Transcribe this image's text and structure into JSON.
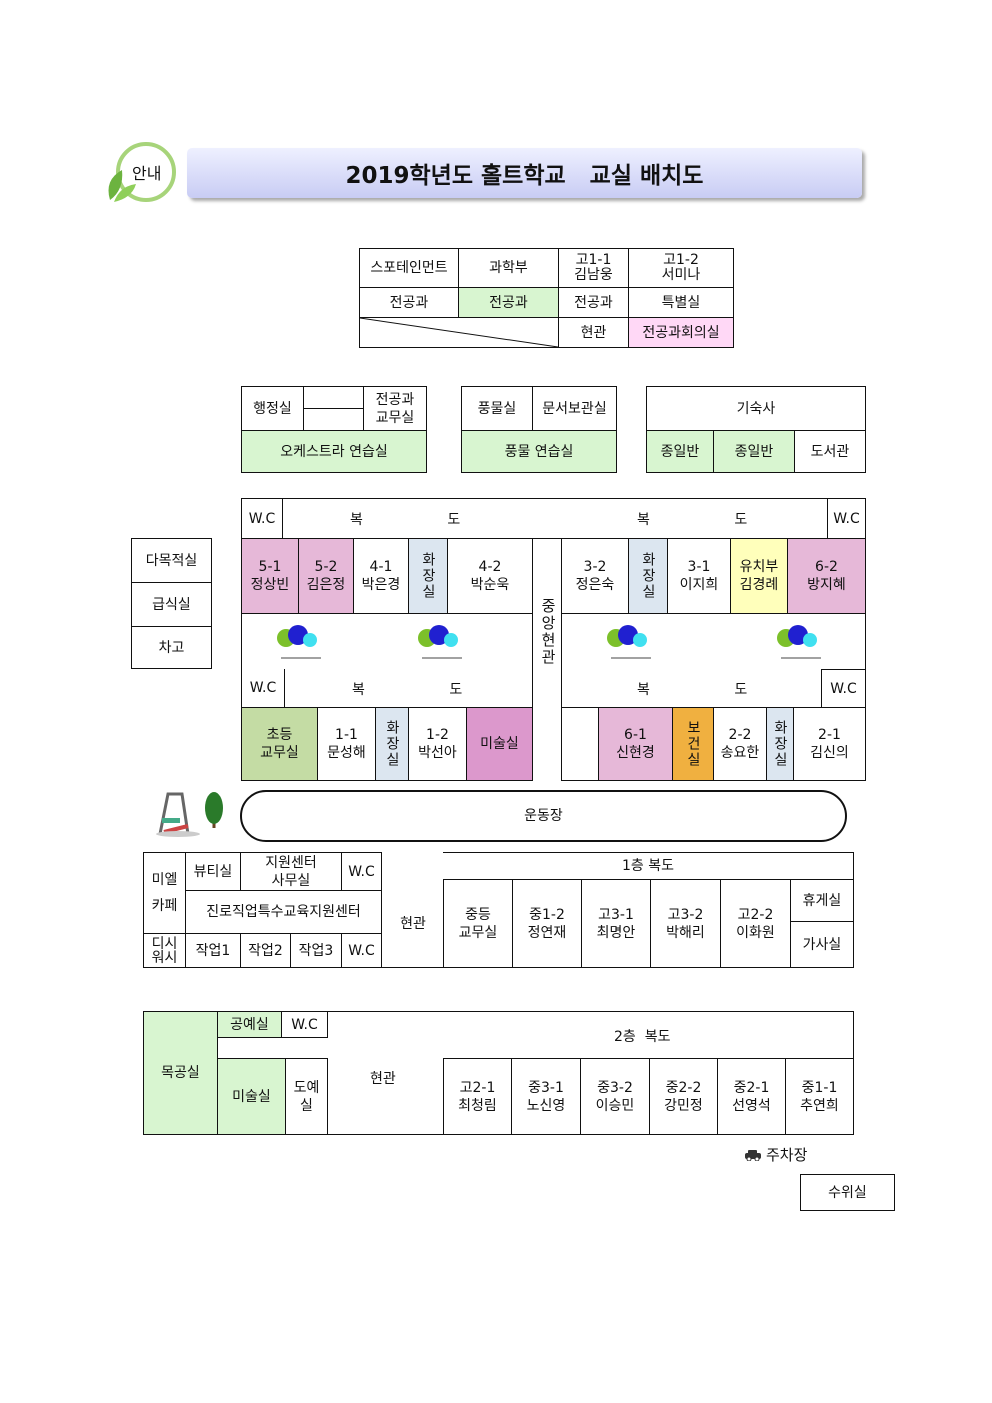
{
  "header": {
    "badge": "안내",
    "title": "2019학년도 홀트학교   교실 배치도"
  },
  "top_table": {
    "r1": [
      "스포테인먼트",
      "과학부",
      "고1-1\n김남웅",
      "고1-2\n서미나"
    ],
    "r2": [
      "전공과",
      "전공과",
      "전공과",
      "특별실"
    ],
    "r3": [
      "현관",
      "전공과회의실"
    ]
  },
  "block_a": {
    "admin": "행정실",
    "office": "전공과\n교무실",
    "orchestra": "오케스트라 연습실"
  },
  "block_b": {
    "pungmul": "풍물실",
    "archive": "문서보관실",
    "practice": "풍물 연습실"
  },
  "block_c": {
    "dorm": "기숙사",
    "allday1": "종일반",
    "allday2": "종일반",
    "library": "도서관"
  },
  "side": [
    "다목적실",
    "급식실",
    "차고"
  ],
  "main": {
    "wc": "W.C",
    "corridor": "복          도",
    "entrance": "중앙현관",
    "upper_left": [
      "5-1\n정상빈",
      "5-2\n김은정",
      "4-1\n박은경",
      "화장실",
      "4-2\n박순욱"
    ],
    "upper_right": [
      "3-2\n정은숙",
      "화장실",
      "3-1\n이지희",
      "유치부\n김경례",
      "6-2\n방지혜"
    ],
    "lower_left": [
      "초등\n교무실",
      "1-1\n문성해",
      "화장실",
      "1-2\n박선아",
      "미술실"
    ],
    "lower_right": [
      "6-1\n신현경",
      "보건실",
      "2-2\n송요한",
      "화장실",
      "2-1\n김신의"
    ]
  },
  "playground": "운동장",
  "floor1": {
    "cafe": "미엘\n카페",
    "dish": "디시\n워시",
    "beauty": "뷰티실",
    "support": "지원센터\n사무실",
    "wc": "W.C",
    "center": "진로직업특수교육지원센터",
    "work": [
      "작업1",
      "작업2",
      "작업3"
    ],
    "entrance": "현관",
    "corridor": "1층  복도",
    "rooms": [
      "중등\n교무실",
      "중1-2\n정연재",
      "고3-1\n최명안",
      "고3-2\n박해리",
      "고2-2\n이화원"
    ],
    "rest": "휴게실",
    "home": "가사실"
  },
  "floor2": {
    "wood": "목공실",
    "craft": "공예실",
    "wc": "W.C",
    "art": "미술실",
    "pottery": "도예\n실",
    "entrance": "현관",
    "corridor": "2층  복도",
    "rooms": [
      "고2-1\n최청림",
      "중3-1\n노신영",
      "중3-2\n이승민",
      "중2-2\n강민정",
      "중2-1\n선영석",
      "중1-1\n추연희"
    ]
  },
  "parking": "주차장",
  "guard": "수위실"
}
